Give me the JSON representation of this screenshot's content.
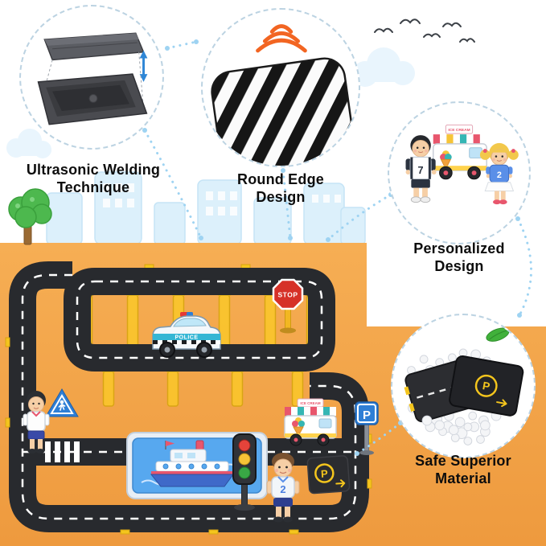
{
  "page": {
    "background_color": "#ffffff",
    "sand_color": "#f2a64e",
    "accent_blue": "#9ed3f2"
  },
  "callouts": {
    "welding": {
      "label": "Ultrasonic Welding\nTechnique"
    },
    "round_edge": {
      "label": "Round Edge\nDesign"
    },
    "personalized": {
      "label": "Personalized\nDesign"
    },
    "material": {
      "label": "Safe Superior\nMaterial"
    }
  },
  "scene": {
    "stop_sign_text": "STOP",
    "parking_sign_text": "P",
    "parking_pad_text": "P",
    "material_tile_text": "P",
    "police_car_text": "POLICE",
    "van_sign_text": "ICE CREAM",
    "figures": {
      "boy_jersey_number": "7",
      "girl_jersey_number": "2",
      "scene_boy_number": "2"
    }
  }
}
